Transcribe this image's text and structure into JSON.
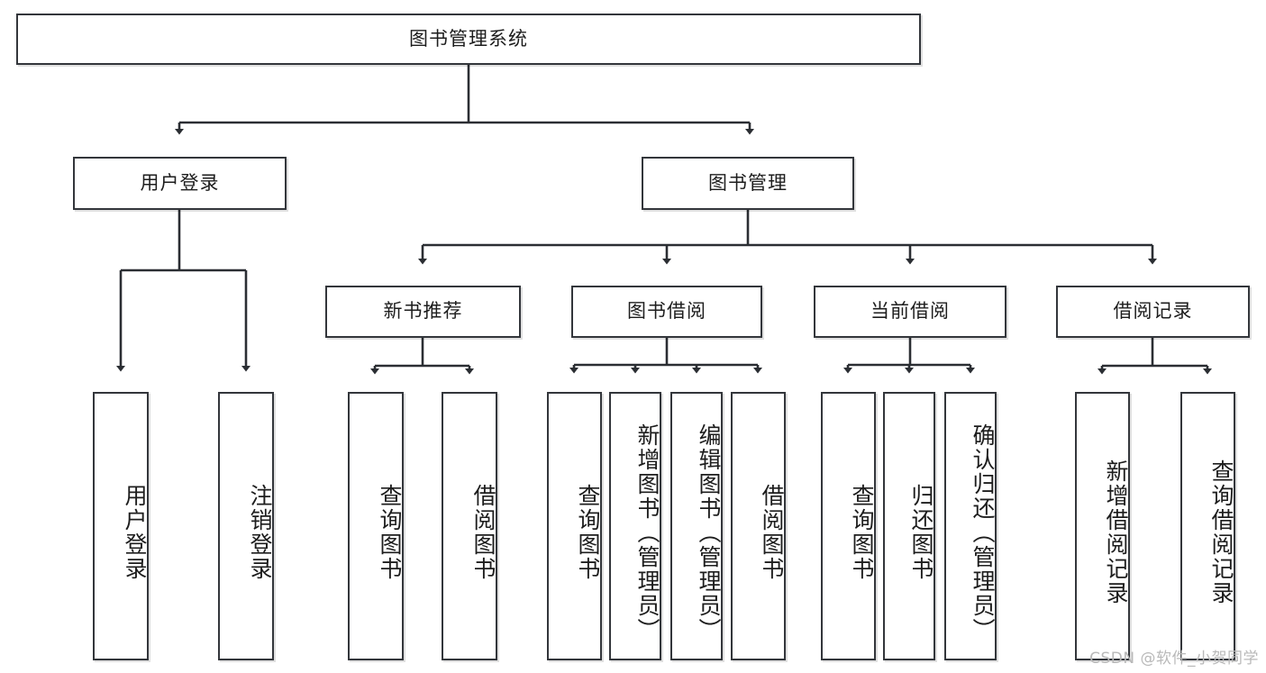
{
  "diagram": {
    "type": "tree-hierarchy",
    "title": "图书管理系统",
    "root": {
      "id": "root",
      "label": "图书管理系统"
    },
    "level2": [
      {
        "id": "user-login",
        "label": "用户登录"
      },
      {
        "id": "book-mgmt",
        "label": "图书管理"
      }
    ],
    "level3": [
      {
        "id": "new-book-rec",
        "label": "新书推荐",
        "parent": "book-mgmt"
      },
      {
        "id": "book-borrow",
        "label": "图书借阅",
        "parent": "book-mgmt"
      },
      {
        "id": "current-borrow",
        "label": "当前借阅",
        "parent": "book-mgmt"
      },
      {
        "id": "borrow-record",
        "label": "借阅记录",
        "parent": "book-mgmt"
      }
    ],
    "leaves": [
      {
        "id": "leaf-user-login",
        "label": "用户登录",
        "parent": "user-login"
      },
      {
        "id": "leaf-user-logout",
        "label": "注销登录",
        "parent": "user-login"
      },
      {
        "id": "leaf-query-book-1",
        "label": "查询图书",
        "parent": "new-book-rec"
      },
      {
        "id": "leaf-borrow-book-1",
        "label": "借阅图书",
        "parent": "new-book-rec"
      },
      {
        "id": "leaf-query-book-2",
        "label": "查询图书",
        "parent": "book-borrow"
      },
      {
        "id": "leaf-add-book",
        "label": "新增图书（管理员）",
        "parent": "book-borrow"
      },
      {
        "id": "leaf-edit-book",
        "label": "编辑图书（管理员）",
        "parent": "book-borrow"
      },
      {
        "id": "leaf-borrow-book-2",
        "label": "借阅图书",
        "parent": "book-borrow"
      },
      {
        "id": "leaf-query-book-3",
        "label": "查询图书",
        "parent": "current-borrow"
      },
      {
        "id": "leaf-return-book",
        "label": "归还图书",
        "parent": "current-borrow"
      },
      {
        "id": "leaf-confirm-return",
        "label": "确认归还（管理员）",
        "parent": "current-borrow"
      },
      {
        "id": "leaf-add-record",
        "label": "新增借阅记录",
        "parent": "borrow-record"
      },
      {
        "id": "leaf-query-record",
        "label": "查询借阅记录",
        "parent": "borrow-record"
      }
    ],
    "colors": {
      "box_border": "#33363b",
      "line": "#2b2e33",
      "background": "#ffffff",
      "text": "#1d1d1d",
      "watermark": "#b9b9b9"
    }
  },
  "watermark": {
    "text": "CSDN @软件_小贺同学"
  }
}
